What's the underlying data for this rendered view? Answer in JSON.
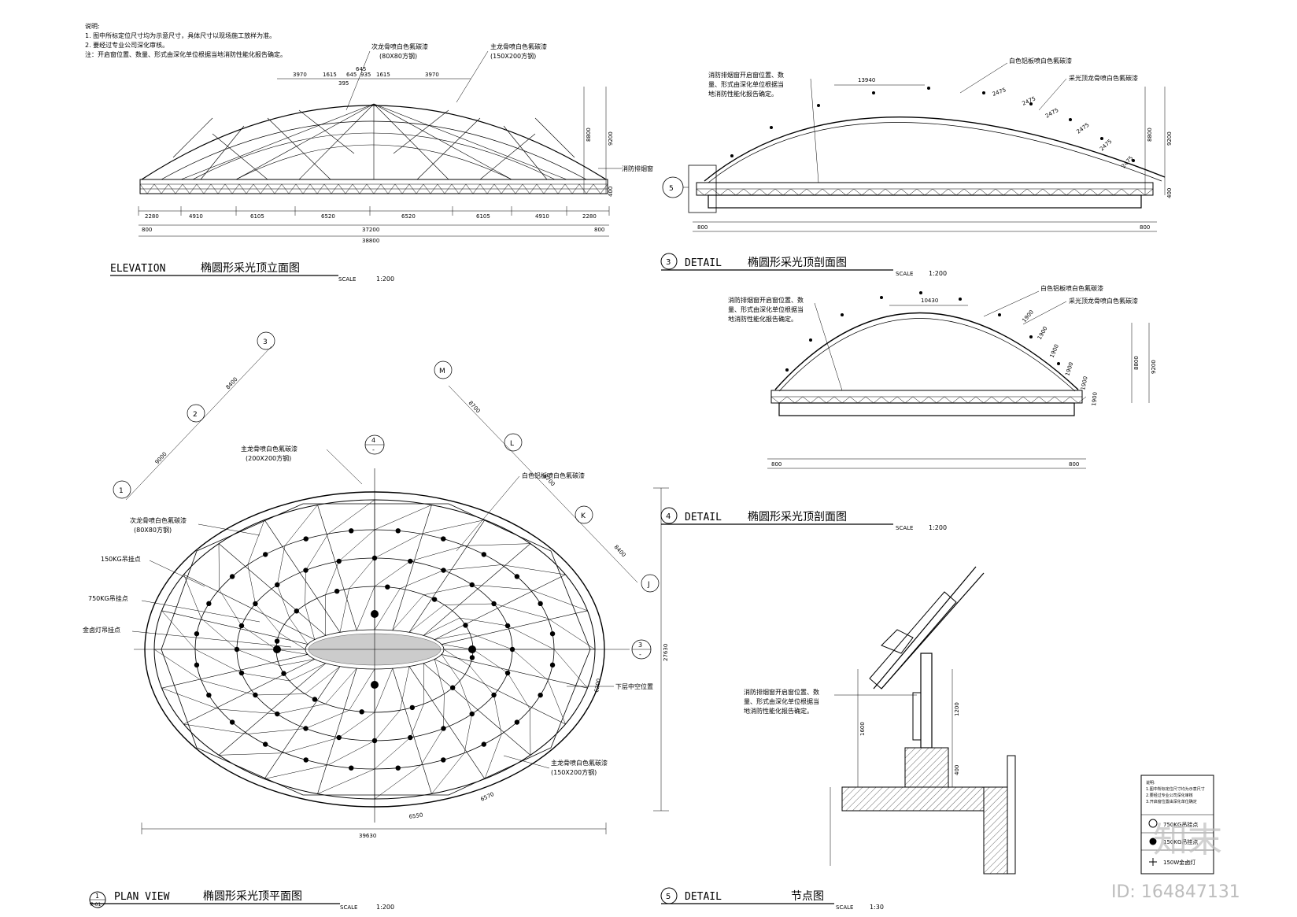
{
  "notes": {
    "title": "说明:",
    "lines": [
      "1. 图中所标定位尺寸均为示意尺寸，具体尺寸以现场施工放样为准。",
      "2. 要经过专业公司深化审核。",
      "注：开启窗位置、数量、形式由深化单位根据当地消防性能化报告确定。"
    ]
  },
  "elevation": {
    "label_code": "ELEVATION",
    "label_title": "椭圆形采光顶立面图",
    "scale_word": "SCALE",
    "scale": "1:200",
    "callout_secondary": "次龙骨喷白色氟碳漆",
    "callout_secondary_sub": "(80X80方钢)",
    "callout_main": "主龙骨喷白色氟碳漆",
    "callout_main_sub": "(150X200方钢)",
    "callout_vent": "消防排烟窗",
    "top_dims": [
      "3970",
      "1615",
      "645",
      "935",
      "1615",
      "3970"
    ],
    "top_dim_extra": [
      "645",
      "395"
    ],
    "bottom_dims": [
      "2280",
      "4910",
      "6105",
      "6520",
      "6520",
      "6105",
      "4910",
      "2280"
    ],
    "total_inner": "37200",
    "total_outer": "38800",
    "end_dim": "800",
    "height_dims": [
      "8800",
      "9200"
    ],
    "base_dim": "400"
  },
  "detail3": {
    "num": "3",
    "label_code": "DETAIL",
    "label_title": "椭圆形采光顶剖面图",
    "scale_word": "SCALE",
    "scale": "1:200",
    "callout_vent": "消防排烟窗开启窗位置、数量、形式由深化单位根据当地消防性能化报告确定。",
    "callout_alu": "白色铝板喷白色氟碳漆",
    "callout_keel": "采光顶龙骨喷白色氟碳漆",
    "top_dim": "13940",
    "arc_dims": [
      "2475",
      "2475",
      "2475",
      "2475",
      "2475",
      "2475"
    ],
    "height_dims": [
      "8800",
      "9200"
    ],
    "base_dim": "400",
    "end_dim": "800",
    "ref": "5"
  },
  "detail4": {
    "num": "4",
    "label_code": "DETAIL",
    "label_title": "椭圆形采光顶剖面图",
    "scale_word": "SCALE",
    "scale": "1:200",
    "callout_vent": "消防排烟窗开启窗位置、数量、形式由深化单位根据当地消防性能化报告确定。",
    "callout_alu": "白色铝板喷白色氟碳漆",
    "callout_keel": "采光顶龙骨喷白色氟碳漆",
    "top_dim": "10430",
    "arc_dims": [
      "1900",
      "1900",
      "1900",
      "1900",
      "1900",
      "1900"
    ],
    "height_dims": [
      "8800",
      "9200"
    ],
    "end_dim": "800"
  },
  "plan": {
    "num": "1",
    "sheet": "P-01",
    "label_code": "PLAN VIEW",
    "label_title": "椭圆形采光顶平面图",
    "scale_word": "SCALE",
    "scale": "1:200",
    "callout_main": "主龙骨喷白色氟碳漆",
    "callout_main_sub": "(200X200方钢)",
    "callout_secondary": "次龙骨喷白色氟碳漆",
    "callout_secondary_sub": "(80X80方钢)",
    "callout_alu": "白色铝板喷白色氟碳漆",
    "callout_150": "150KG吊挂点",
    "callout_750": "750KG吊挂点",
    "callout_lamp": "金卤灯吊挂点",
    "callout_void": "下层中空位置",
    "callout_main2": "主龙骨喷白色氟碳漆",
    "callout_main2_sub": "(150X200方钢)",
    "axis_left": [
      "3",
      "2",
      "1"
    ],
    "axis_right": [
      "M",
      "L",
      "K",
      "J"
    ],
    "axis_dims_left": [
      "8400",
      "9000"
    ],
    "axis_dims_right": [
      "8700",
      "8700",
      "8400"
    ],
    "width_dim": "39630",
    "height_dim": "27630",
    "bottom_dims": [
      "6550",
      "6570"
    ],
    "side_dim": "6200",
    "section4": "4",
    "section3": "3",
    "section_sheet": "-"
  },
  "detail5": {
    "num": "5",
    "label_code": "DETAIL",
    "label_title": "节点图",
    "scale_word": "SCALE",
    "scale": "1:30",
    "callout_vent": "消防排烟窗开启窗位置、数量、形式由深化单位根据当地消防性能化报告确定。",
    "dims": [
      "1600",
      "1200",
      "400"
    ]
  },
  "legend": {
    "lines": [
      "说明:",
      "1.图中所标定位尺寸均为示意尺寸",
      "2.要经过专业公司深化审核",
      "3.开启窗位置由深化单位确定"
    ],
    "item1": "750KG吊挂点",
    "item2": "150KG吊挂点",
    "item3": "150W金卤灯"
  },
  "watermark": {
    "brand": "知末",
    "id": "ID: 164847131"
  }
}
